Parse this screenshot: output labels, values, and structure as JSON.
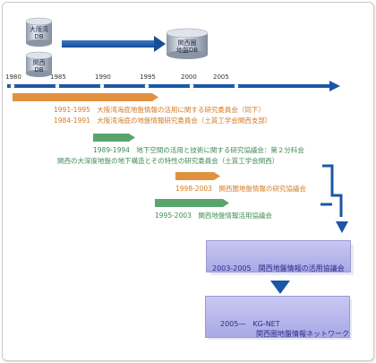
{
  "databases": {
    "osaka_bay_db": "大阪湾\nDB",
    "kansai_db": "関西\nDB",
    "kansai_ground_db": "関西圏\n地盤DB"
  },
  "timeline": {
    "ticks": [
      "1980",
      "1985",
      "1990",
      "1995",
      "2000",
      "2005"
    ]
  },
  "projects": [
    {
      "label": "1991-1995　大阪湾海底地盤情報の活用に関する研究委員会（同下）",
      "color": "orange"
    },
    {
      "label": "1984-1991　大阪湾海底の地盤情報研究委員会（土質工学会関西支部）",
      "color": "orange"
    },
    {
      "label": "1989-1994　地下空間の活用と技術に関する研究協議会：第２分科会",
      "color": "green"
    },
    {
      "label": "関西の大深度地盤の地下構造とその特性の研究委員会（土質工学会関西）",
      "color": "green"
    },
    {
      "label": "1998-2003　関西圏地盤情報の研究協議会",
      "color": "orange"
    },
    {
      "label": "1995-2003　関西地盤情報活用協議会",
      "color": "green"
    }
  ],
  "outcomes": {
    "box1": "2003-2005　関西地盤情報の活用協議会",
    "box2_line1": "2005―　KG-NET",
    "box2_line2": "関西圏地盤情報ネットワーク"
  },
  "colors": {
    "timeline_blue": "#1b57a6",
    "orange": "#d47a22",
    "green": "#3f8a52",
    "box_fill": "#b8b8ec"
  }
}
